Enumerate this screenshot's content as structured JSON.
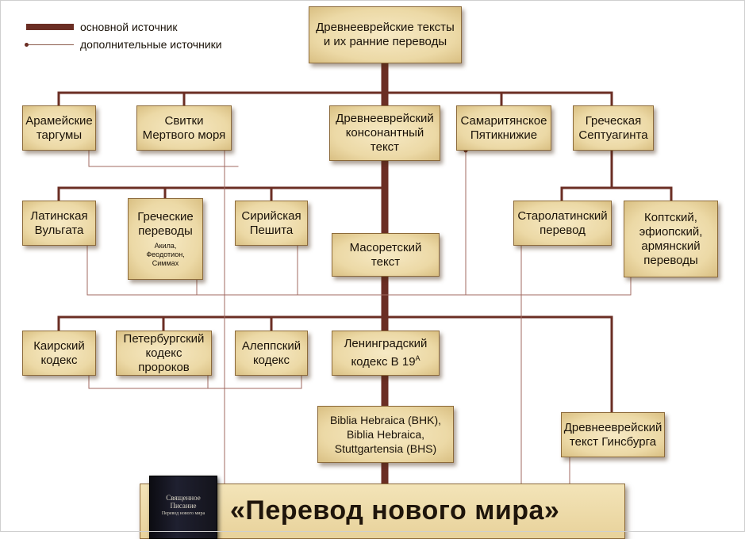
{
  "legend": {
    "main_label": "основной источник",
    "extra_label": "дополнительные источники"
  },
  "colors": {
    "main_line": "#6b2e24",
    "thin_line": "#a06a60",
    "box_border": "#8c6a3a"
  },
  "nodes": {
    "root": {
      "text": "Древнееврейские тексты\nи их ранние переводы"
    },
    "aramaic": {
      "text": "Арамейские\nтаргумы"
    },
    "scrolls": {
      "text": "Свитки\nМертвого моря"
    },
    "consonantal": {
      "text": "Древнееврейский\nконсонантный\nтекст"
    },
    "samaritan": {
      "text": "Самаритянское\nПятикнижие"
    },
    "septuagint": {
      "text": "Греческая\nСептуагинта"
    },
    "vulgate": {
      "text": "Латинская\nВульгата"
    },
    "greek": {
      "text": "Греческие\nпереводы",
      "sub": "Акила,\nФеодотион,\nСиммах"
    },
    "peshitta": {
      "text": "Сирийская\nПешита"
    },
    "masoretic": {
      "text": "Масоретский текст"
    },
    "oldlatin": {
      "text": "Старолатинский\nперевод"
    },
    "coptic": {
      "text": "Коптский,\nэфиопский,\nармянский\nпереводы"
    },
    "cairo": {
      "text": "Каирский\nкодекс"
    },
    "petersburg": {
      "text": "Петербургский\nкодекс пророков"
    },
    "aleppo": {
      "text": "Алеппский\nкодекс"
    },
    "leningrad": {
      "text": "Ленинградский\nкодекс B 19",
      "sup": "A"
    },
    "biblia": {
      "text": "Biblia Hebraica (BHK),\nBiblia Hebraica,\nStuttgartensia (BHS)"
    },
    "ginsburg": {
      "text": "Древнееврейский\nтекст Гинсбурга"
    }
  },
  "result": {
    "title": "«Перевод нового мира»",
    "book_title": "Священное\nПисание",
    "book_subtitle": "Перевод нового мира"
  }
}
